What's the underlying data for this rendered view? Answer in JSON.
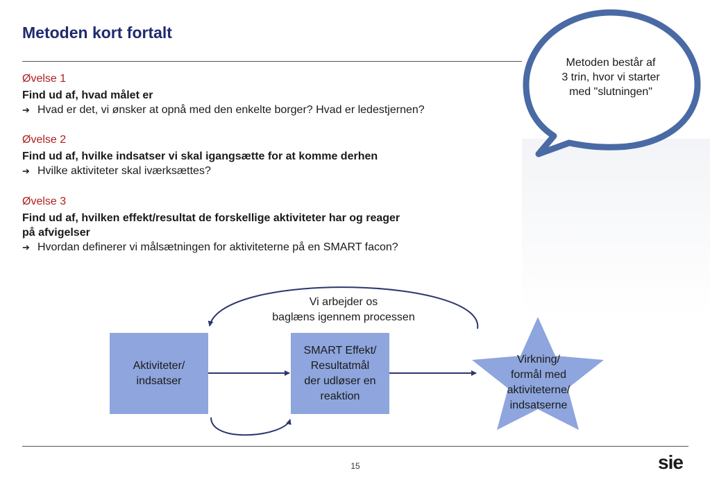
{
  "title": "Metoden kort fortalt",
  "exercises": [
    {
      "heading": "Øvelse 1",
      "task": "Find ud af, hvad målet er",
      "bullet": "Hvad er det, vi ønsker at opnå med den enkelte borger? Hvad er ledestjernen?"
    },
    {
      "heading": "Øvelse 2",
      "task": "Find ud af, hvilke indsatser vi skal igangsætte for at komme derhen",
      "bullet": "Hvilke aktiviteter skal iværksættes?"
    },
    {
      "heading": "Øvelse 3",
      "task_line1": "Find ud af, hvilken effekt/resultat de forskellige aktiviteter har og reager",
      "task_line2": "på afvigelser",
      "bullet": "Hvordan definerer vi målsætningen for aktiviteterne på en SMART facon?"
    }
  ],
  "bubble": {
    "line1": "Metoden består af",
    "line2": "3 trin, hvor vi starter",
    "line3": "med \"slutningen\""
  },
  "diagram": {
    "loop_label_line1": "Vi arbejder os",
    "loop_label_line2": "baglæns igennem processen",
    "box1_line1": "Aktiviteter/",
    "box1_line2": "indsatser",
    "box2_line1": "SMART Effekt/",
    "box2_line2": "Resultatmål",
    "box2_line3": "der udløser en",
    "box2_line4": "reaktion",
    "star_line1": "Virkning/",
    "star_line2": "formål med",
    "star_line3": "aktiviteterne/",
    "star_line4": "indsatserne"
  },
  "footer": {
    "page_number": "15",
    "logo_text": "sie"
  },
  "colors": {
    "title": "#1f2a6e",
    "exercise_heading": "#b01e1e",
    "shape_fill": "#8ea5dd",
    "bubble_stroke": "#4a6aa5",
    "arrow": "#2b3670"
  },
  "icons": {
    "bullet": "right-arrow-icon",
    "logo": "sie-logo-icon"
  }
}
